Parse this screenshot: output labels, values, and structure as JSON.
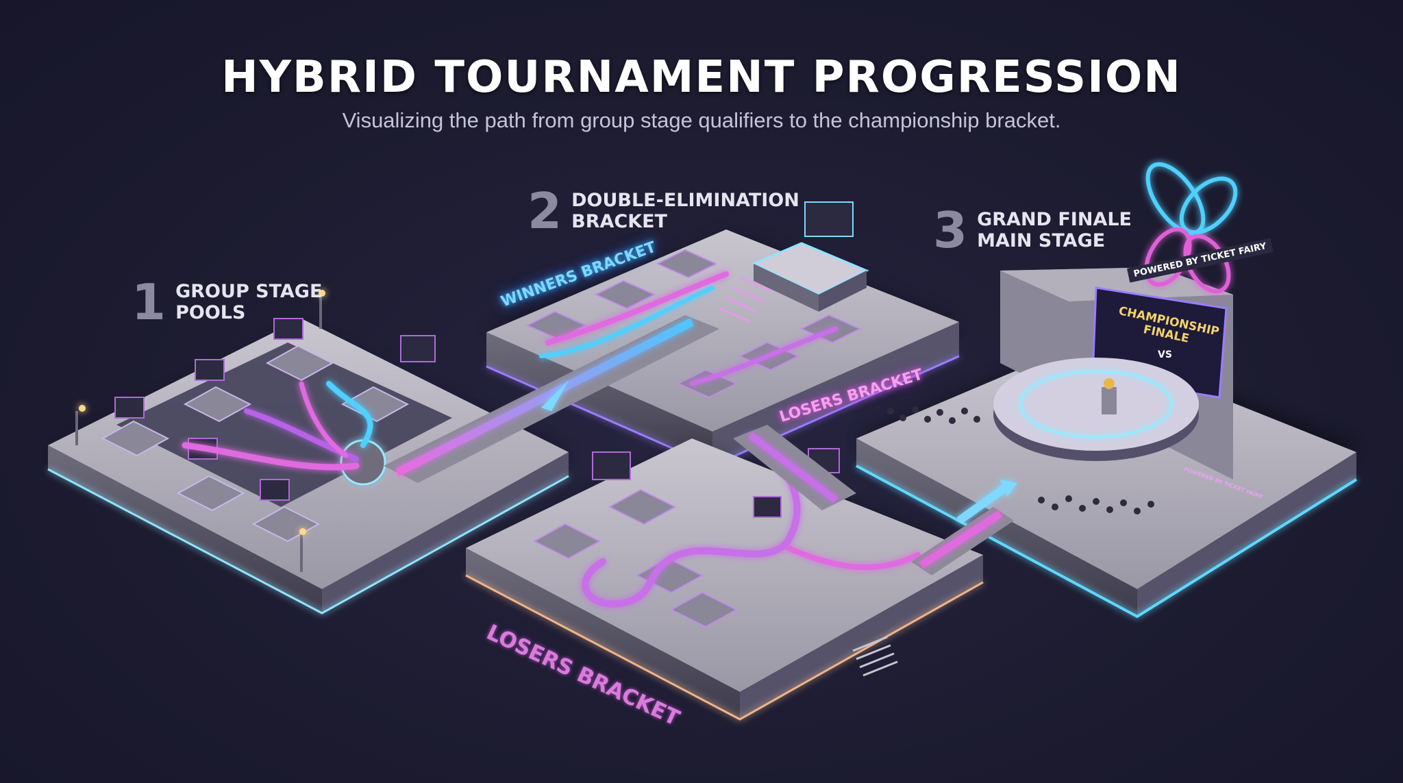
{
  "header": {
    "title": "HYBRID TOURNAMENT PROGRESSION",
    "subtitle": "Visualizing the path from group stage qualifiers to the championship bracket."
  },
  "stages": [
    {
      "number": "1",
      "label": "GROUP STAGE\nPOOLS"
    },
    {
      "number": "2",
      "label": "DOUBLE-ELIMINATION\nBRACKET"
    },
    {
      "number": "3",
      "label": "GRAND FINALE\nMAIN STAGE"
    }
  ],
  "neon_signs": {
    "winners_bracket": "WINNERS BRACKET",
    "losers_bracket_upper": "LOSERS BRACKET",
    "losers_bracket_lower": "LOSERS BRACKET"
  },
  "main_stage": {
    "sponsor_banner": "POWERED BY TICKET FAIRY",
    "screen_title": "CHAMPIONSHIP\nFINALE",
    "versus": "VS",
    "podium_sign": "POWERED BY TICKET FAIRY"
  },
  "colors": {
    "background": "#1c1b2f",
    "neon_blue": "#3bb7ff",
    "neon_pink": "#e060d8",
    "neon_purple": "#a53ad0",
    "platform": "#a9a6b3"
  }
}
